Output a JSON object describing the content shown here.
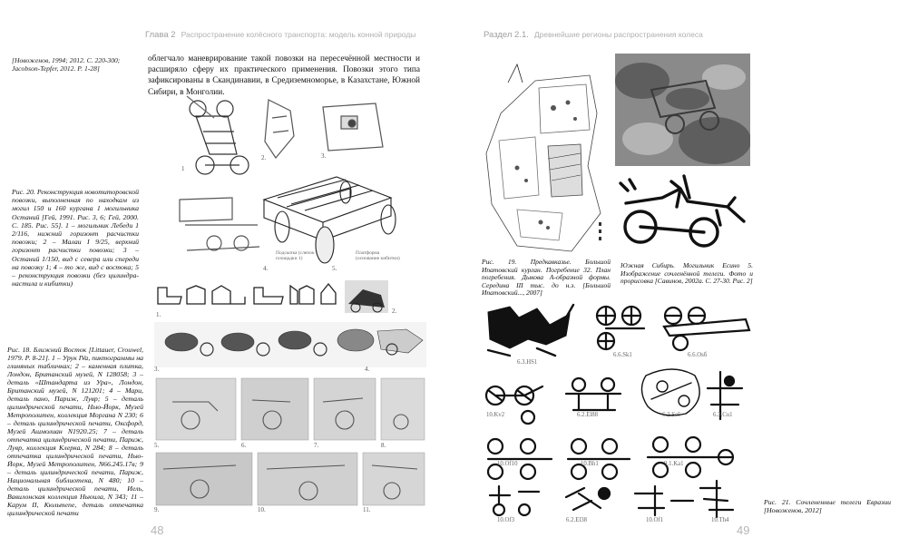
{
  "left_page": {
    "header_chapter": "Глава 2",
    "header_title": "Распространение колёсного транспорта: модель конной природы",
    "side_note": "[Новоженов, 1994; 2012. С. 220-300; Jacobson-Tepfer, 2012. Р. 1-28]",
    "body_text": "облегчало маневрирование такой повозки на пересечённой местности и расширяло сферу их практического применения. Повозки этого типа зафиксированы в Скандинавии, в Средиземноморье, в Казахстане, Южной Сибири, в Монголии.",
    "caption_20": "Рис. 20. Реконструкция новотиторовской повозки, выполненная по находкам из могил 150 и 160 кургана 1 могильника Останий [Гей, 1991. Рис. 3, 6; Гей, 2000. С. 185. Рис. 55]. 1 – могильник Лебеди 1 2/116, нижний горизонт расчистки повозки; 2 – Малаи I 9/25, верхний горизонт расчистки повозки; 3 – Останий 1/150, вид с севера или спереди на повозку 1; 4 – то же, вид с востока; 5 – реконструкция повозки (без цилиндра-настила и кибитки)",
    "caption_18": "Рис. 18. Ближний Восток [Littauer, Crouwel, 1979. Р. 8-21]. 1 – Урук IVa, пиктограммы на глиняных табличках; 2 – каменная плитка, Лондон, Британский музей, N 128058; 3 – деталь «Штандарта из Ура», Лондон, Британский музей, N 121201; 4 – Мари, деталь пано, Париж, Лувр; 5 – деталь цилиндрической печати, Нью-Йорк, Музей Метрополитен, коллекция Моргана N 230; 6 – деталь цилиндрической печати, Оксфорд, Музей Ашмолиан N1920.25; 7 – деталь отпечатка цилиндрической печати, Париж, Лувр, коллекция Клерка, N 284; 8 – деталь отпечатка цилиндрической печати, Нью-Йорк, Музей Метрополитен, N66.245.17в; 9 – деталь цилиндрической печати, Париж, Национальная библиотека, N 480; 10 – деталь цилиндрической печати, Иель, Вавилонская коллекция Ньюила, N 343; 11 – Карум II, Кюльтепе, деталь отпечатка цилиндрической печати",
    "page_number": "48",
    "fig_labels": {
      "n1": "1",
      "n2": "2.",
      "n3": "3.",
      "n4": "4.",
      "n5": "5.",
      "s1": "1.",
      "s2": "2.",
      "s3": "3.",
      "s4": "4.",
      "c5": "5.",
      "c6": "6.",
      "c7": "7.",
      "c8": "8.",
      "c9": "9.",
      "c10": "10.",
      "c11": "11.",
      "legend1": "Подсыпка (слепок площадки 1)",
      "legend2": "Платформа (основание кибитки)"
    }
  },
  "right_page": {
    "header_section": "Раздел 2.1.",
    "header_title": "Древнейшие регионы распространения колеса",
    "caption_19": "Рис. 19. Предкавказье. Большой Ипатовский курган. Погребение 32. План погребения. Дыкова А-образной формы. Середина III тыс. до н.э. [Большой Ипатовский..., 2007]",
    "caption_siberia": "Южная Сибирь. Могильник Есино 5. Изображение сочленённой телеги. Фото и прорисовка [Савинов, 2002а. С. 27-30. Рис. 2]",
    "caption_21": "Рис. 21. Сочлененные телеги Евразии [Новоженов, 2012]",
    "page_number": "49",
    "petro_labels": [
      "6.3.HS1",
      "6.6.Sk1",
      "6.6.Osб",
      "10.Kv2",
      "6.2.El88",
      "6.2.Se5",
      "6.3.Cu1",
      "10.Of10",
      "10.Bh1",
      "9.1.Ka1",
      "10.Of3",
      "6.2.El38",
      "10.Of1",
      "10.Th4"
    ]
  }
}
